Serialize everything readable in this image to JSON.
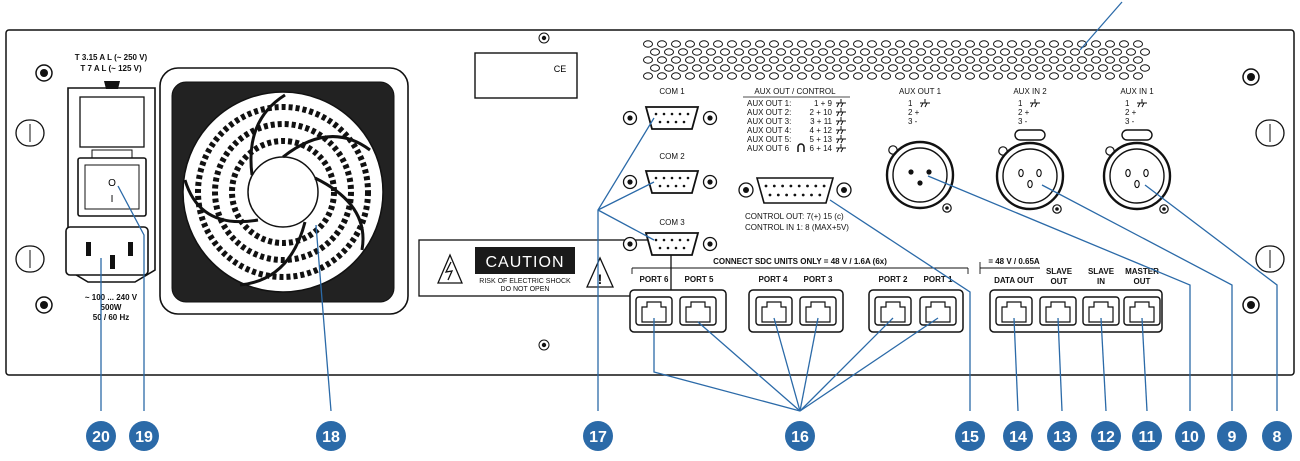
{
  "fuse": {
    "line1": "T 3.15 A  L (~ 250 V)",
    "line2": "T 7 A L (~ 125 V)"
  },
  "power": {
    "switch_on": "I",
    "switch_off": "O",
    "line1": "~ 100 ... 240 V",
    "line2": "500W",
    "line3": "50 / 60 Hz"
  },
  "ce_label": "CE",
  "com": [
    "COM 1",
    "COM 2",
    "COM 3"
  ],
  "aux_control": {
    "title": "AUX OUT / CONTROL",
    "rows": [
      {
        "name": "AUX OUT  1:",
        "pins": "1 +  9"
      },
      {
        "name": "AUX OUT  2:",
        "pins": "2 + 10"
      },
      {
        "name": "AUX OUT  3:",
        "pins": "3 + 11"
      },
      {
        "name": "AUX OUT  4:",
        "pins": "4 + 12"
      },
      {
        "name": "AUX OUT  5:",
        "pins": "5 + 13"
      },
      {
        "name": "AUX OUT  6",
        "pins": "6 + 14"
      }
    ],
    "control_out": "CONTROL OUT: 7(+)  15   (c)",
    "control_in": "CONTROL IN 1: 8 (MAX+5V)"
  },
  "xlr": [
    {
      "title": "AUX OUT 1",
      "p1": "1",
      "p2": "2  +",
      "p3": "3  -"
    },
    {
      "title": "AUX IN 2",
      "p1": "1",
      "p2": "2  +",
      "p3": "3  -"
    },
    {
      "title": "AUX IN 1",
      "p1": "1",
      "p2": "2  +",
      "p3": "3  -"
    }
  ],
  "caution": {
    "title": "CAUTION",
    "line1": "RISK OF ELECTRIC SHOCK",
    "line2": "DO NOT OPEN"
  },
  "sdc_note": "CONNECT SDC UNITS ONLY = 48 V / 1.6A (6x)",
  "ports": [
    "PORT 6",
    "PORT 5",
    "PORT 4",
    "PORT 3",
    "PORT 2",
    "PORT 1"
  ],
  "data_note": "= 48 V / 0.65A",
  "data_ports": [
    {
      "l1": "DATA OUT",
      "l2": ""
    },
    {
      "l1": "SLAVE",
      "l2": "OUT"
    },
    {
      "l1": "SLAVE",
      "l2": "IN"
    },
    {
      "l1": "MASTER",
      "l2": "OUT"
    }
  ],
  "callouts": [
    "20",
    "19",
    "18",
    "17",
    "16",
    "15",
    "14",
    "13",
    "12",
    "11",
    "10",
    "9",
    "8"
  ],
  "colors": {
    "callout": "#2b6aa8",
    "panel_outline": "#111111",
    "caution_bg": "#1a1a1a"
  }
}
